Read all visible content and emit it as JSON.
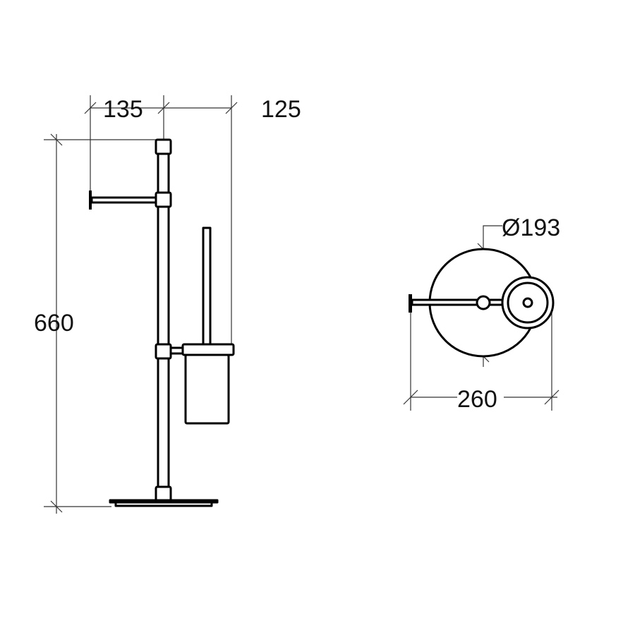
{
  "side_view": {
    "dimensions": {
      "arm_length": "135",
      "holder_offset": "125",
      "height": "660"
    }
  },
  "top_view": {
    "dimensions": {
      "base_diameter": "Ø193",
      "total_width": "260"
    }
  },
  "colors": {
    "line": "#000000",
    "background": "#ffffff"
  }
}
